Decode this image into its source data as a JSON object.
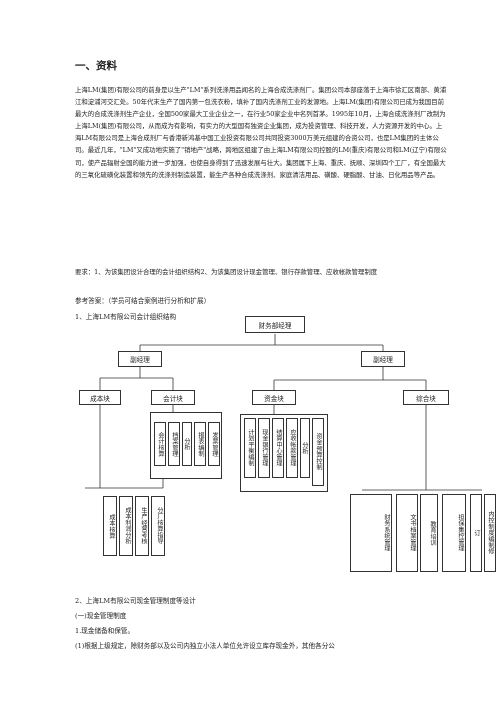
{
  "section1": {
    "title": "一、资料"
  },
  "body": {
    "paragraph": "上海LM(集团)有限公司的前身是以生产\"LM\"系列洗涤用品闻名的上海合成洗涤剂厂。集团公司本部座落于上海市徐汇区南部、黄浦江和淀浦河交汇处。50年代末生产了国内第一包洗衣粉，填补了国内洗涤剂工业的发源地。上海LM(集团)有限公司已成为我国目前最大的合成洗涤剂生产企业，全国500家最大工业企业之一，在行业50家企业中名列首茅。1995年10月，上海合成洗涤剂厂改制为上海LM(集团)有限公司，从而成为有影响，有实力的大型国有独资企业集团，成为投资管理、科技开发，人力资源开发的中心。上海LM有限公司是上海合成剂厂与香港新鸿基中国工业投资有限公司共同投资3000万美元组建的合资公司，也是LM集团的主体公司。最近几年，\"LM\"又成功地实施了\"销地产\"战略，跨地区组建了由上海LM有限公司控股的LM(重庆)有限公司和LM(辽宁)有限公司，使产品辐射全国的能力进一步加强，也使自身得到了迅速发展与壮大。集团属下上海、重庆、抚顺、深圳四个工厂，有全国最大的三氧化硫磺化装置和领先的洗涤剂制造装置，能生产各种合成洗涤剂、家庭清洁用品、磺酸、硬脂酸、甘油、日化用品等产品。",
    "requirement": "要求：1、为该集团设计合理的会计组织结构2、为该集团设计现金管理、银行存款管理、应收帐款管理制度",
    "answer": "参考答案：（学员可结合案例进行分析和扩展）",
    "q1": "1、上海LM有限公司会计组织结构"
  },
  "org_chart": {
    "root": "财务部经理",
    "vp_left": "副经理",
    "vp_right": "副经理",
    "cost": "成本块",
    "accounting": "会计块",
    "funds": "资金块",
    "general": "综合块",
    "accounting_units": [
      "会计核算",
      "档案管理",
      "分析",
      "报表编制",
      "发票管理"
    ],
    "cost_units": [
      "成本核算",
      "成本利润分析",
      "生产经营考核",
      "分厂核算指导"
    ],
    "funds_units": [
      "计划平衡编制",
      "现金银行管理",
      "结算中心管理",
      "应收帐款管理",
      "分析",
      "资金预算控制"
    ],
    "general_units": [
      "财务系统管理",
      "文书档案管理",
      "教育培训",
      "担保集控管理",
      "订",
      "内控制度编制修"
    ]
  },
  "section2": {
    "title": "2、上海LM有限公司现金管理制度等设计",
    "sub1": "(一)现金管理制度",
    "item1": "1.现金储备和保管。",
    "item1_1": "(1)根据上级规定，除财务部以及公司内独立小法人单位允许设立库存现金外，其他各分公"
  }
}
